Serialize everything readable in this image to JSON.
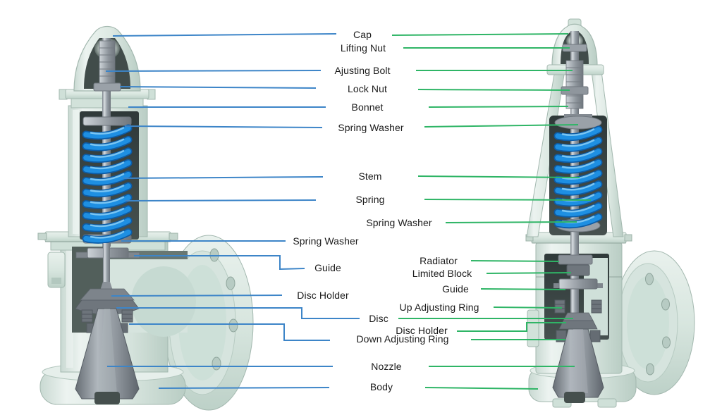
{
  "colors": {
    "background": "#ffffff",
    "leader_blue": "#3d85c8",
    "leader_green": "#2fb566",
    "label_text": "#1b1b1b",
    "valve_body_pale": "#dce8e2",
    "spring_blue": "#1e8fe2",
    "spring_blue_dark": "#0d5ca6",
    "spring_blue_light": "#79c5f3",
    "metal_gray": "#8a9199"
  },
  "labels": [
    {
      "id": "cap",
      "text": "Cap",
      "connects": {
        "blue": true,
        "green": true
      }
    },
    {
      "id": "lifting-nut",
      "text": "Lifting Nut",
      "connects": {
        "blue": false,
        "green": true
      }
    },
    {
      "id": "adjusting-bolt",
      "text": "Ajusting Bolt",
      "connects": {
        "blue": true,
        "green": true
      }
    },
    {
      "id": "lock-nut",
      "text": "Lock Nut",
      "connects": {
        "blue": true,
        "green": true
      }
    },
    {
      "id": "bonnet",
      "text": "Bonnet",
      "connects": {
        "blue": true,
        "green": true
      }
    },
    {
      "id": "spring-washer-top",
      "text": "Spring Washer",
      "connects": {
        "blue": true,
        "green": true
      }
    },
    {
      "id": "stem",
      "text": "Stem",
      "connects": {
        "blue": true,
        "green": true
      }
    },
    {
      "id": "spring",
      "text": "Spring",
      "connects": {
        "blue": true,
        "green": true
      }
    },
    {
      "id": "spring-washer-right",
      "text": "Spring Washer",
      "connects": {
        "blue": false,
        "green": true
      }
    },
    {
      "id": "spring-washer-left",
      "text": "Spring Washer",
      "connects": {
        "blue": true,
        "green": false
      }
    },
    {
      "id": "guide-left",
      "text": "Guide",
      "connects": {
        "blue": true,
        "green": false
      }
    },
    {
      "id": "disc-holder-left",
      "text": "Disc Holder",
      "connects": {
        "blue": true,
        "green": false
      }
    },
    {
      "id": "radiator",
      "text": "Radiator",
      "connects": {
        "blue": false,
        "green": true
      }
    },
    {
      "id": "limited-block",
      "text": "Limited Block",
      "connects": {
        "blue": false,
        "green": true
      }
    },
    {
      "id": "guide-right",
      "text": "Guide",
      "connects": {
        "blue": false,
        "green": true
      }
    },
    {
      "id": "up-adjusting-ring",
      "text": "Up Adjusting Ring",
      "connects": {
        "blue": false,
        "green": true
      }
    },
    {
      "id": "disc",
      "text": "Disc",
      "connects": {
        "blue": true,
        "green": true
      }
    },
    {
      "id": "disc-holder-right",
      "text": "Disc Holder",
      "connects": {
        "blue": false,
        "green": true
      }
    },
    {
      "id": "down-adjusting-ring",
      "text": "Down Adjusting Ring",
      "connects": {
        "blue": true,
        "green": true
      }
    },
    {
      "id": "nozzle",
      "text": "Nozzle",
      "connects": {
        "blue": true,
        "green": true
      }
    },
    {
      "id": "body",
      "text": "Body",
      "connects": {
        "blue": true,
        "green": true
      }
    }
  ]
}
